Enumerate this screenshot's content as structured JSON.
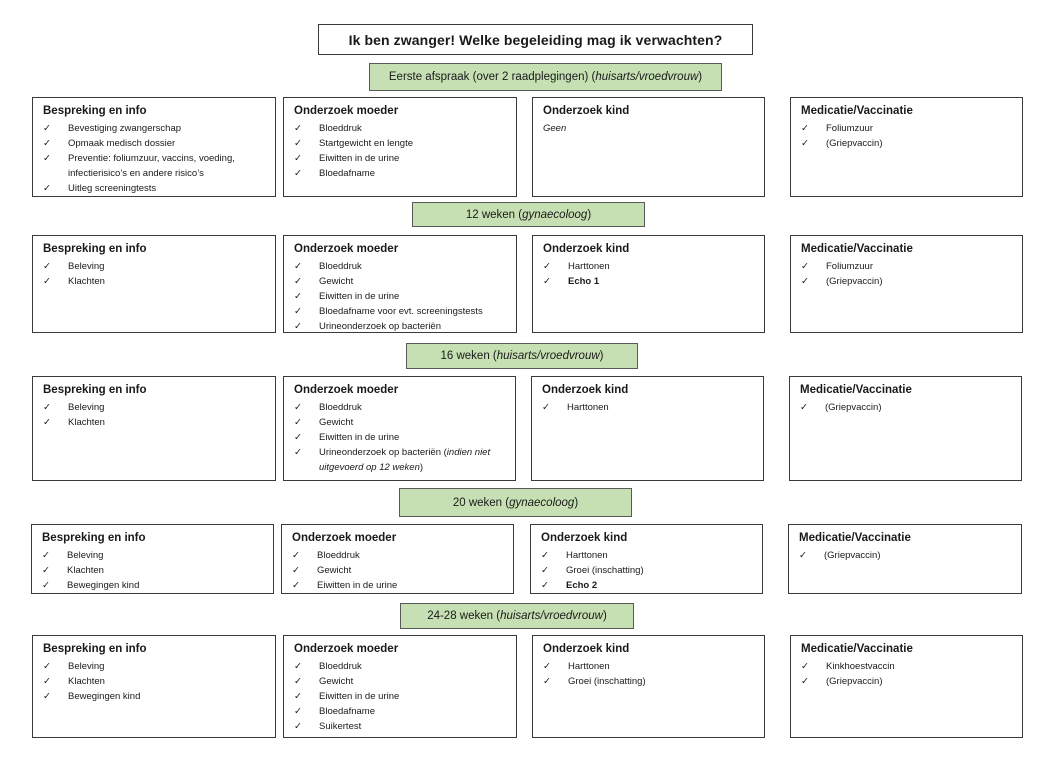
{
  "title": "Ik ben zwanger! Welke begeleiding mag ik verwachten?",
  "check_glyph": "✓",
  "sections": [
    {
      "band": {
        "label": "Eerste afspraak (over 2 raadplegingen) (",
        "emph": "huisarts/vroedvrouw",
        "suffix": ")"
      },
      "boxes": [
        {
          "title": "Bespreking en info",
          "items": [
            {
              "text": "Bevestiging zwangerschap"
            },
            {
              "text": "Opmaak medisch dossier"
            },
            {
              "text": "Preventie: foliumzuur, vaccins, voeding, infectierisico’s en andere risico’s"
            },
            {
              "text": "Uitleg screeningtests"
            }
          ]
        },
        {
          "title": "Onderzoek moeder",
          "items": [
            {
              "text": "Bloeddruk"
            },
            {
              "text": "Startgewicht en lengte"
            },
            {
              "text": "Eiwitten in de urine"
            },
            {
              "text": "Bloedafname"
            }
          ]
        },
        {
          "title": "Onderzoek kind",
          "none": "Geen",
          "items": []
        },
        {
          "title": "Medicatie/Vaccinatie",
          "items": [
            {
              "text": "Foliumzuur"
            },
            {
              "text": "(Griepvaccin)"
            }
          ]
        }
      ]
    },
    {
      "band": {
        "label": "12 weken (",
        "emph": "gynaecoloog",
        "suffix": ")"
      },
      "boxes": [
        {
          "title": "Bespreking en info",
          "items": [
            {
              "text": "Beleving"
            },
            {
              "text": "Klachten"
            }
          ]
        },
        {
          "title": "Onderzoek moeder",
          "items": [
            {
              "text": "Bloeddruk"
            },
            {
              "text": "Gewicht"
            },
            {
              "text": "Eiwitten in de urine"
            },
            {
              "text": "Bloedafname voor evt. screeningstests"
            },
            {
              "text": "Urineonderzoek op bacteriën"
            }
          ]
        },
        {
          "title": "Onderzoek kind",
          "items": [
            {
              "text": "Harttonen"
            },
            {
              "text": "Echo 1",
              "bold": true
            }
          ]
        },
        {
          "title": "Medicatie/Vaccinatie",
          "items": [
            {
              "text": "Foliumzuur"
            },
            {
              "text": "(Griepvaccin)"
            }
          ]
        }
      ]
    },
    {
      "band": {
        "label": "16 weken (",
        "emph": "huisarts/vroedvrouw",
        "suffix": ")"
      },
      "boxes": [
        {
          "title": "Bespreking en info",
          "items": [
            {
              "text": "Beleving"
            },
            {
              "text": "Klachten"
            }
          ]
        },
        {
          "title": "Onderzoek moeder",
          "items": [
            {
              "text": "Bloeddruk"
            },
            {
              "text": "Gewicht"
            },
            {
              "text": "Eiwitten in de urine"
            },
            {
              "text": "Urineonderzoek op bacteriën (",
              "italic": "indien niet uitgevoerd op 12 weken",
              "after": ")"
            }
          ]
        },
        {
          "title": "Onderzoek kind",
          "items": [
            {
              "text": "Harttonen"
            }
          ]
        },
        {
          "title": "Medicatie/Vaccinatie",
          "items": [
            {
              "text": "(Griepvaccin)"
            }
          ]
        }
      ]
    },
    {
      "band": {
        "label": "20 weken (",
        "emph": "gynaecoloog",
        "suffix": ")"
      },
      "boxes": [
        {
          "title": "Bespreking en info",
          "items": [
            {
              "text": "Beleving"
            },
            {
              "text": "Klachten"
            },
            {
              "text": "Bewegingen kind"
            }
          ]
        },
        {
          "title": "Onderzoek moeder",
          "items": [
            {
              "text": "Bloeddruk"
            },
            {
              "text": "Gewicht"
            },
            {
              "text": "Eiwitten in de urine"
            }
          ]
        },
        {
          "title": "Onderzoek kind",
          "items": [
            {
              "text": "Harttonen"
            },
            {
              "text": "Groei (inschatting)"
            },
            {
              "text": "Echo 2",
              "bold": true
            }
          ]
        },
        {
          "title": "Medicatie/Vaccinatie",
          "items": [
            {
              "text": "(Griepvaccin)"
            }
          ]
        }
      ]
    },
    {
      "band": {
        "label": "24-28 weken (",
        "emph": "huisarts/vroedvrouw",
        "suffix": ")"
      },
      "boxes": [
        {
          "title": "Bespreking en info",
          "items": [
            {
              "text": "Beleving"
            },
            {
              "text": "Klachten"
            },
            {
              "text": "Bewegingen kind"
            }
          ]
        },
        {
          "title": "Onderzoek moeder",
          "items": [
            {
              "text": "Bloeddruk"
            },
            {
              "text": "Gewicht"
            },
            {
              "text": "Eiwitten in de urine"
            },
            {
              "text": "Bloedafname"
            },
            {
              "text": "Suikertest"
            }
          ]
        },
        {
          "title": "Onderzoek kind",
          "items": [
            {
              "text": "Harttonen"
            },
            {
              "text": "Groei (inschatting)"
            }
          ]
        },
        {
          "title": "Medicatie/Vaccinatie",
          "items": [
            {
              "text": "Kinkhoestvaccin"
            },
            {
              "text": "(Griepvaccin)"
            }
          ]
        }
      ]
    }
  ]
}
